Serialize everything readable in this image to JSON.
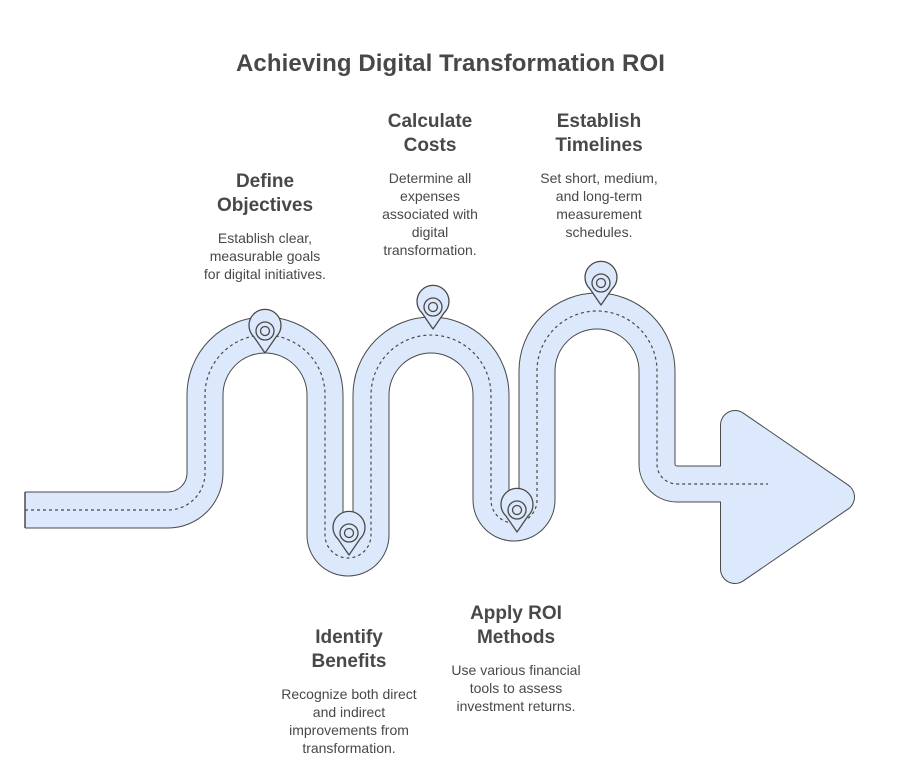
{
  "title": "Achieving Digital Transformation ROI",
  "colors": {
    "road_fill": "#dce8fb",
    "road_stroke": "#4a4a4a",
    "text": "#484848"
  },
  "steps": [
    {
      "title": "Define\nObjectives",
      "description": "Establish clear,\nmeasurable goals\nfor digital initiatives."
    },
    {
      "title": "Identify\nBenefits",
      "description": "Recognize both direct\nand indirect\nimprovements from\ntransformation."
    },
    {
      "title": "Calculate\nCosts",
      "description": "Determine all\nexpenses\nassociated with\ndigital\ntransformation."
    },
    {
      "title": "Apply ROI\nMethods",
      "description": "Use various financial\ntools to assess\ninvestment returns."
    },
    {
      "title": "Establish\nTimelines",
      "description": "Set short, medium,\nand long-term\nmeasurement\nschedules."
    }
  ]
}
